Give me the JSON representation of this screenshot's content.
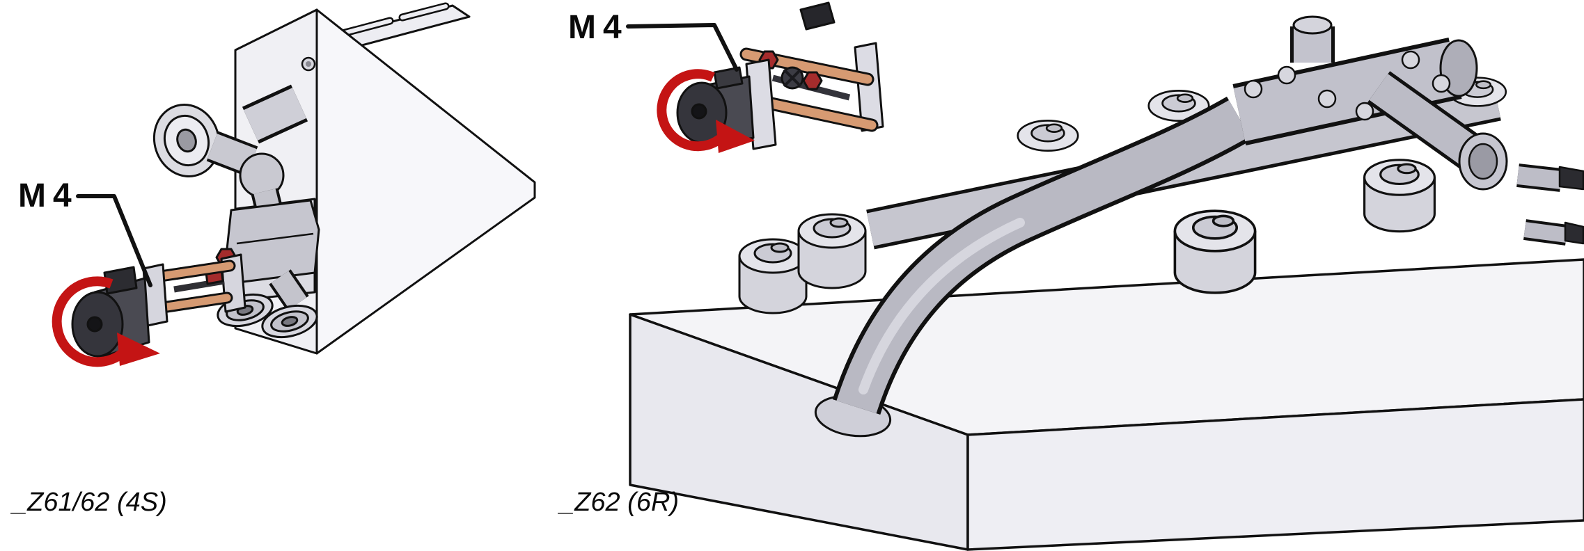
{
  "figures": {
    "left": {
      "callout_label": "M4",
      "caption": "_Z61/62 (4S)"
    },
    "right": {
      "callout_label": "M4",
      "caption": "_Z62 (6R)"
    }
  },
  "colors": {
    "outline": "#111111",
    "metal_light": "#f4f4f7",
    "metal_mid": "#c9c9d2",
    "metal_dark": "#4a4a52",
    "copper": "#d69a72",
    "arrow_red": "#c41414",
    "knob_red": "#a52c2c"
  }
}
